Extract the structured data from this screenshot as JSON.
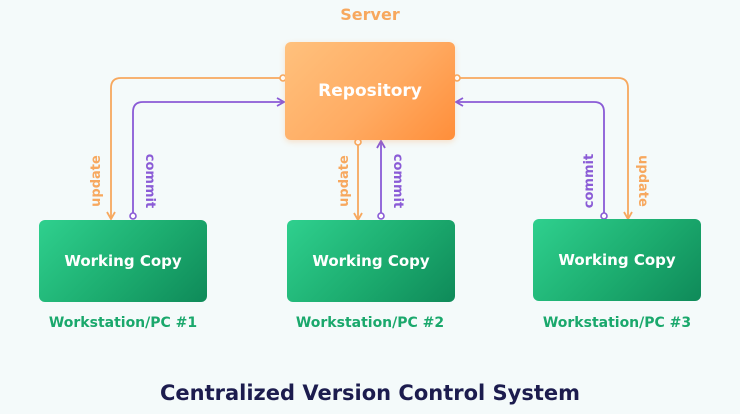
{
  "server_label": "Server",
  "repository_label": "Repository",
  "working_copy_label": "Working Copy",
  "workstations": [
    {
      "label": "Workstation/PC #1"
    },
    {
      "label": "Workstation/PC #2"
    },
    {
      "label": "Workstation/PC #3"
    }
  ],
  "arrow_labels": {
    "update": "update",
    "commit": "commit"
  },
  "title": "Centralized Version Control System",
  "colors": {
    "update": "#f7a85e",
    "commit": "#8a5bd6",
    "repository": "#ffa45c",
    "working_copy": "#1fb477",
    "title": "#1c1c4e",
    "background": "#f4fafa"
  }
}
